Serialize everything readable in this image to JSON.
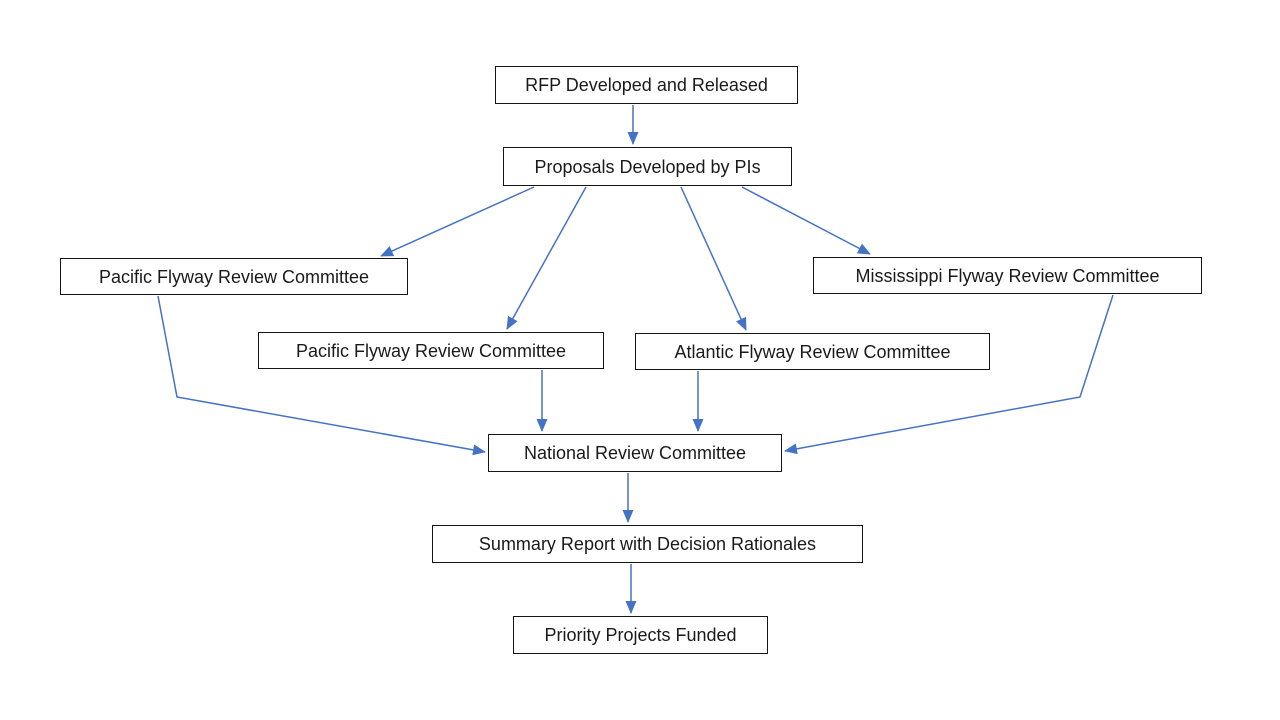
{
  "diagram": {
    "type": "flowchart",
    "accent_color": "#4472C4",
    "box_border_color": "#141414",
    "box_fill_color": "#ffffff",
    "nodes": [
      {
        "id": "rfp",
        "label": "RFP Developed and Released"
      },
      {
        "id": "proposals",
        "label": "Proposals Developed by PIs"
      },
      {
        "id": "pacific-left",
        "label": "Pacific Flyway Review Committee"
      },
      {
        "id": "pacific-center",
        "label": "Pacific Flyway Review Committee"
      },
      {
        "id": "atlantic",
        "label": "Atlantic Flyway Review Committee"
      },
      {
        "id": "mississippi",
        "label": "Mississippi Flyway Review Committee"
      },
      {
        "id": "national",
        "label": "National Review Committee"
      },
      {
        "id": "summary-report",
        "label": "Summary Report with Decision Rationales"
      },
      {
        "id": "priority-projects",
        "label": "Priority Projects Funded"
      }
    ],
    "edges": [
      {
        "from": "rfp",
        "to": "proposals"
      },
      {
        "from": "proposals",
        "to": "pacific-left"
      },
      {
        "from": "proposals",
        "to": "pacific-center"
      },
      {
        "from": "proposals",
        "to": "atlantic"
      },
      {
        "from": "proposals",
        "to": "mississippi"
      },
      {
        "from": "pacific-left",
        "to": "national"
      },
      {
        "from": "pacific-center",
        "to": "national"
      },
      {
        "from": "atlantic",
        "to": "national"
      },
      {
        "from": "mississippi",
        "to": "national"
      },
      {
        "from": "national",
        "to": "summary-report"
      },
      {
        "from": "summary-report",
        "to": "priority-projects"
      }
    ]
  }
}
